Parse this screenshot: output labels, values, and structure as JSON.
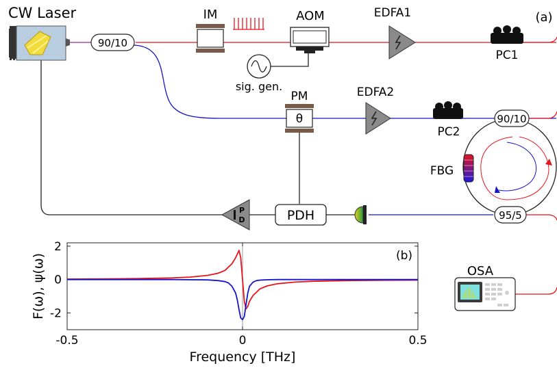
{
  "labels": {
    "cw_laser": "CW Laser",
    "im": "IM",
    "aom": "AOM",
    "edfa1": "EDFA1",
    "pc1": "PC1",
    "panel_a": "(a)",
    "sig_gen": "sig. gen.",
    "pm": "PM",
    "theta": "θ",
    "edfa2": "EDFA2",
    "pc2": "PC2",
    "coupler_top": "90/10",
    "fbg": "FBG",
    "pdh": "PDH",
    "pd_p": "P",
    "pd_d": "D",
    "coupler_bottom": "95/5",
    "osa": "OSA",
    "splitter": "90/10"
  },
  "colors": {
    "red": "#e8141b",
    "blue": "#1414c8",
    "purple": "#9a2a9a",
    "grey": "#8a8a8a",
    "dark": "#333333",
    "fbg_top": "#e0141e",
    "fbg_bottom": "#2018d8",
    "osa_screen": "#7fe0e0"
  },
  "chart_data": {
    "type": "line",
    "panel_label": "(b)",
    "xlabel": "Frequency [THz]",
    "ylabel": "F(ω), ψ(ω)",
    "xlim": [
      -0.5,
      0.5
    ],
    "ylim": [
      -3,
      2.2
    ],
    "x_ticks": [
      -0.5,
      0,
      0.5
    ],
    "x_tick_labels": [
      "-0.5",
      "0",
      "0.5"
    ],
    "y_ticks": [
      2,
      0,
      -2
    ],
    "y_tick_labels": [
      "2",
      "0",
      "-2"
    ],
    "grid": false,
    "vertical_marker_x": 0,
    "series": [
      {
        "color": "#e8141b",
        "x": [
          -0.5,
          -0.4,
          -0.3,
          -0.2,
          -0.15,
          -0.1,
          -0.07,
          -0.05,
          -0.03,
          -0.02,
          -0.01,
          -0.005,
          0.0,
          0.005,
          0.01,
          0.015,
          0.02,
          0.03,
          0.05,
          0.07,
          0.1,
          0.15,
          0.2,
          0.3,
          0.4,
          0.5
        ],
        "values": [
          0.03,
          0.04,
          0.06,
          0.1,
          0.15,
          0.25,
          0.38,
          0.55,
          0.95,
          1.3,
          1.75,
          1.3,
          0.0,
          -1.3,
          -1.75,
          -1.6,
          -1.3,
          -0.95,
          -0.55,
          -0.38,
          -0.25,
          -0.15,
          -0.1,
          -0.06,
          -0.04,
          -0.03
        ]
      },
      {
        "color": "#1414c8",
        "x": [
          -0.5,
          -0.2,
          -0.1,
          -0.07,
          -0.05,
          -0.04,
          -0.03,
          -0.02,
          -0.015,
          -0.01,
          -0.005,
          0.0,
          0.005,
          0.01,
          0.015,
          0.02,
          0.03,
          0.04,
          0.05,
          0.07,
          0.1,
          0.2,
          0.5
        ],
        "values": [
          0.0,
          0.0,
          -0.02,
          -0.06,
          -0.12,
          -0.2,
          -0.4,
          -0.8,
          -1.2,
          -1.8,
          -2.3,
          -2.4,
          -2.2,
          -1.5,
          -0.8,
          -0.4,
          -0.15,
          -0.06,
          -0.03,
          -0.01,
          0.0,
          0.0,
          0.0
        ]
      }
    ]
  }
}
